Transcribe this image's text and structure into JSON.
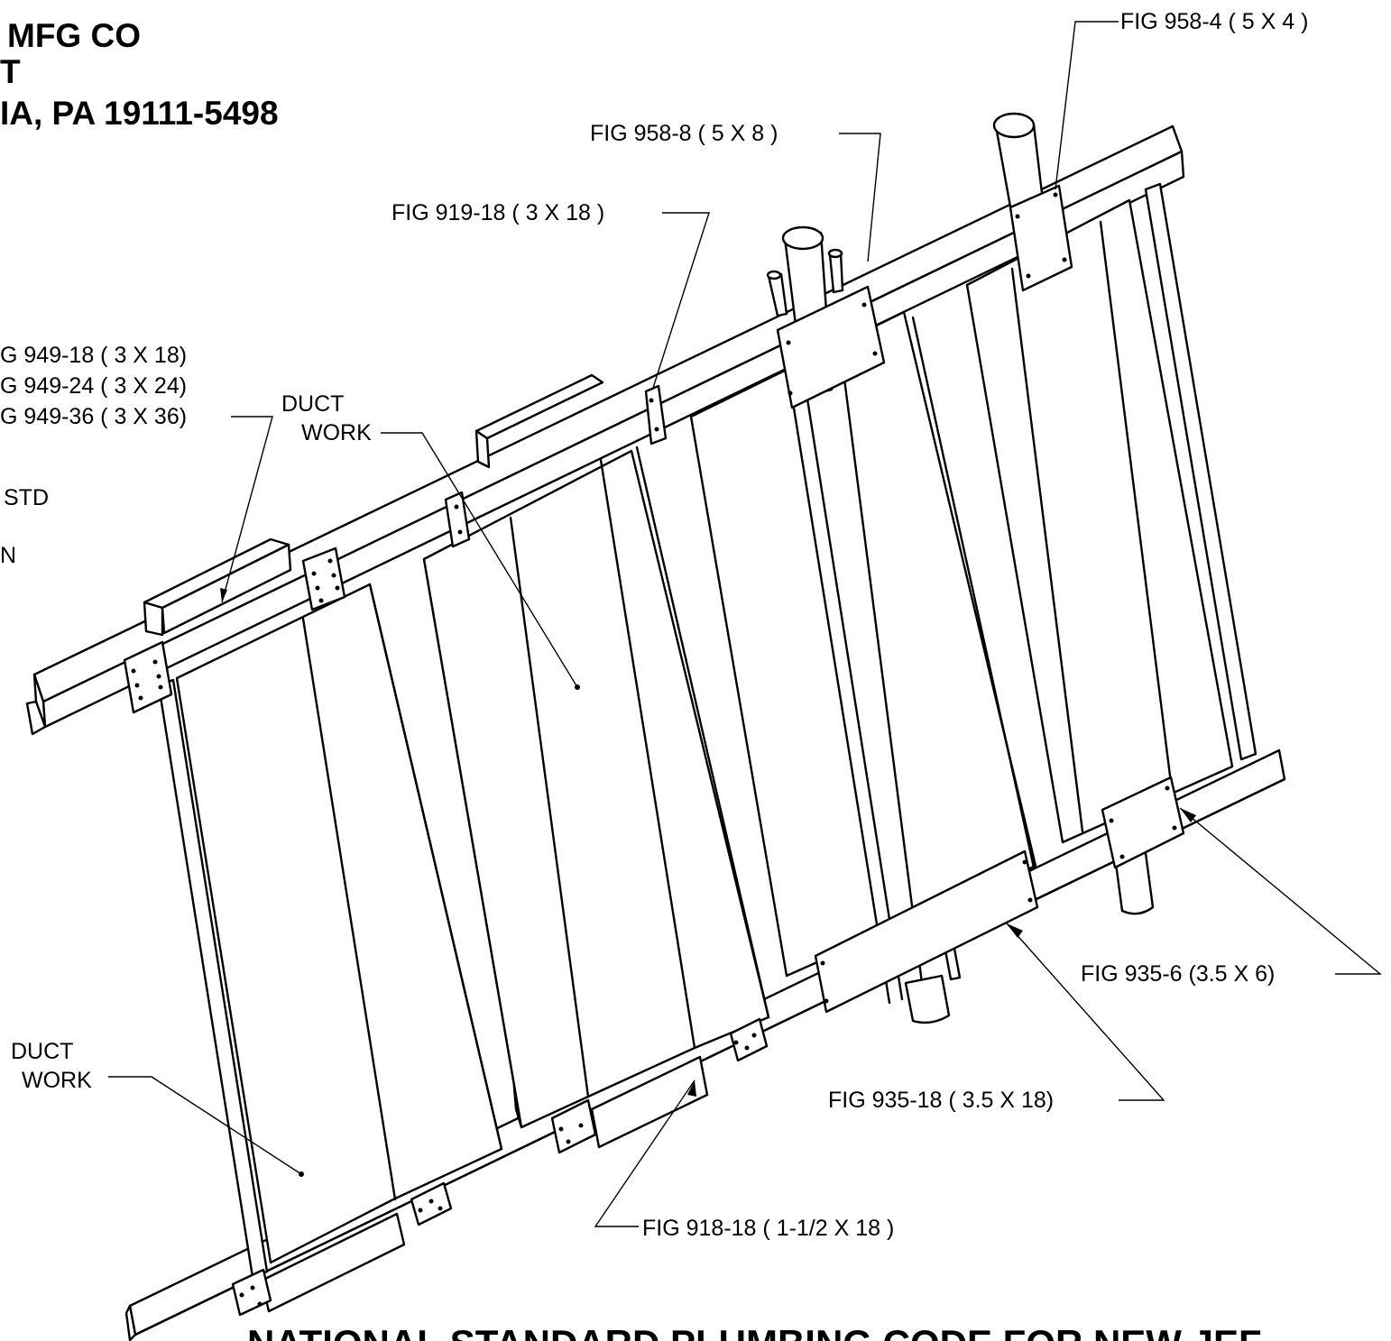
{
  "header": {
    "line1": "MFG CO",
    "line2": "T",
    "line3": "IA, PA 19111-5498"
  },
  "side_notes": {
    "fig_949_18": "G 949-18  ( 3 X 18)",
    "fig_949_24": "G 949-24  ( 3 X 24)",
    "fig_949_36": "G 949-36  ( 3 X 36)",
    "std": "STD",
    "n": "N"
  },
  "labels": {
    "fig_958_4": "FIG 958-4  ( 5 X 4 )",
    "fig_958_8": "FIG 958-8  ( 5 X 8 )",
    "fig_919_18": "FIG 919-18 ( 3 X 18 )",
    "duct_work_upper_1": "DUCT",
    "duct_work_upper_2": "WORK",
    "duct_work_lower_1": "DUCT",
    "duct_work_lower_2": "WORK",
    "fig_935_6": "FIG 935-6  (3.5 X 6)",
    "fig_935_18": "FIG 935-18 ( 3.5 X 18)",
    "fig_918_18": "FIG 918-18  ( 1-1/2 X 18 )"
  },
  "footer": {
    "title": "NATIONAL STANDARD PLUMBING CODE FOR NEW JEF"
  }
}
